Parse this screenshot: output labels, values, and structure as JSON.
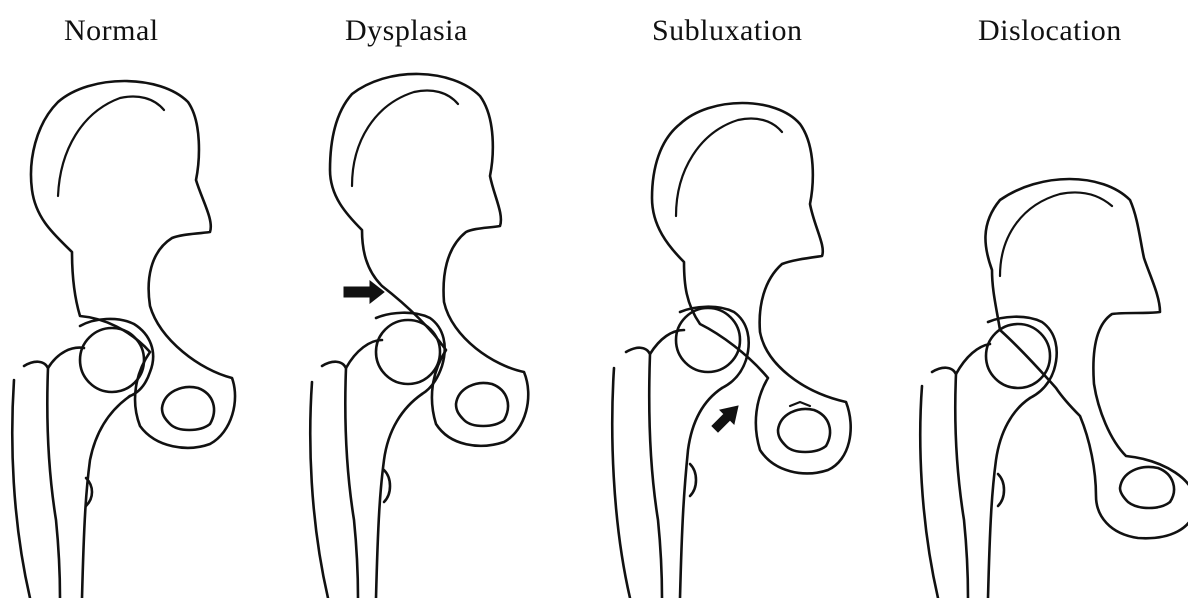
{
  "panels": [
    {
      "label": "Normal"
    },
    {
      "label": "Dysplasia"
    },
    {
      "label": "Subluxation"
    },
    {
      "label": "Dislocation"
    }
  ]
}
